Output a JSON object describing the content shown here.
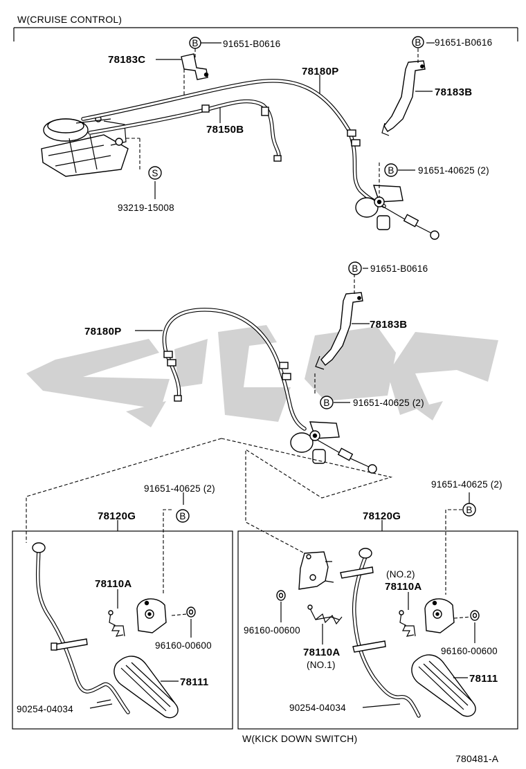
{
  "header": {
    "top_caption": "W(CRUISE CONTROL)",
    "bottom_caption": "W(KICK DOWN SWITCH)",
    "figure_id": "780481-A"
  },
  "watermark": {
    "color": "#d0d0d0"
  },
  "bubbles": {
    "b": "B",
    "s": "S"
  },
  "labels": {
    "p78183C": "78183C",
    "n_b0616_a": "91651-B0616",
    "n_b0616_b": "91651-B0616",
    "n_b0616_c": "91651-B0616",
    "p78180P_a": "78180P",
    "p78180P_b": "78180P",
    "p78183B_a": "78183B",
    "p78183B_b": "78183B",
    "p78150B": "78150B",
    "n40625_a": "91651-40625 (2)",
    "n40625_b": "91651-40625 (2)",
    "n40625_c": "91651-40625 (2)",
    "n40625_d": "91651-40625 (2)",
    "n93219": "93219-15008",
    "p78120G_a": "78120G",
    "p78120G_b": "78120G",
    "p78110A_a": "78110A",
    "p78110A_b": "78110A",
    "p78110A_c": "78110A",
    "no2": "(NO.2)",
    "no1": "(NO.1)",
    "n96160_a": "96160-00600",
    "n96160_b": "96160-00600",
    "n96160_c": "96160-00600",
    "p78111_a": "78111",
    "p78111_b": "78111",
    "n90254_a": "90254-04034",
    "n90254_b": "90254-04034"
  }
}
